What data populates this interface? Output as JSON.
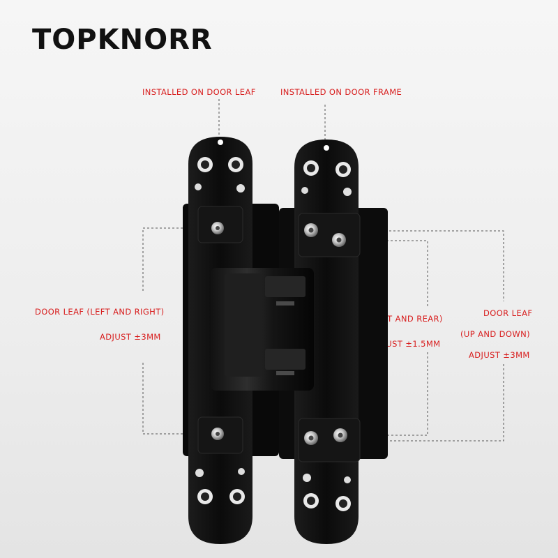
{
  "brand": "TOPKNORR",
  "labels": {
    "door_leaf": "INSTALLED ON DOOR LEAF",
    "door_frame": "INSTALLED ON DOOR FRAME",
    "left_right_title": "DOOR LEAF (LEFT AND RIGHT)",
    "left_right_adjust": "ADJUST ±3MM",
    "front_rear_title": "DOOR LEAF (FRONT AND REAR)",
    "front_rear_adjust": "ADJUST ±1.5MM",
    "up_down_title": "DOOR LEAF",
    "up_down_sub": "(UP AND DOWN)",
    "up_down_adjust": "ADJUST ±3MM"
  },
  "colors": {
    "label": "#d81e1e",
    "hinge": "#0e0e0e",
    "background": "#f0f0f0"
  }
}
